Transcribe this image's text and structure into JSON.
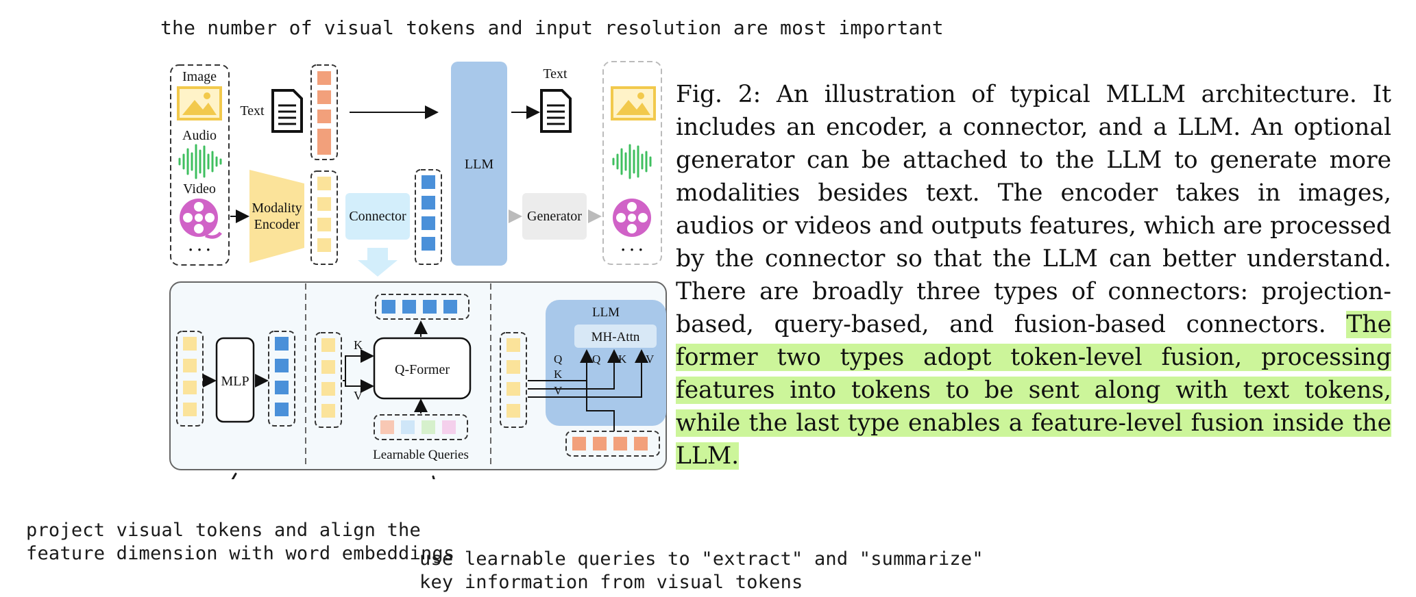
{
  "annotations": {
    "top": "the number of visual tokens and input resolution are most important",
    "left_line1": "project visual tokens and align the",
    "left_line2": "feature dimension with word embeddings",
    "mid_line1": "use learnable queries to \"extract\" and \"summarize\"",
    "mid_line2": "key information from visual tokens"
  },
  "figure": {
    "input_labels": {
      "image": "Image",
      "audio": "Audio",
      "video": "Video",
      "ellipsis": "· · ·"
    },
    "text_label_in": "Text",
    "text_label_out": "Text",
    "modality_encoder_line1": "Modality",
    "modality_encoder_line2": "Encoder",
    "connector": "Connector",
    "llm": "LLM",
    "generator": "Generator",
    "mlp": "MLP",
    "qformer": "Q-Former",
    "learnable_queries": "Learnable Queries",
    "k": "K",
    "v": "V",
    "q": "Q",
    "llm_small": "LLM",
    "mh_attn": "MH-Attn",
    "colors": {
      "image_yellow": "#f7d26b",
      "token_orange": "#f2a07b",
      "token_yellow": "#fbe39a",
      "token_blue": "#4a90d9",
      "llm_blue": "#a8c8ea",
      "connector_bg": "#d3eefb",
      "audio_green": "#3fbf5f",
      "video_pink": "#d062c7",
      "highlight": "#ccf59a"
    }
  },
  "caption": {
    "plain": "Fig. 2: An illustration of typical MLLM architecture. It includes an encoder, a connector, and a LLM. An optional generator can be attached to the LLM to generate more modalities besides text. The encoder takes in images, audios or videos and outputs features, which are processed by the connector so that the LLM can better understand. There are broadly three types of connectors: projection-based, query-based, and fusion-based connectors. ",
    "highlighted": "The former two types adopt token-level fusion, processing features into tokens to be sent along with text tokens, while the last type enables a feature-level fusion inside the LLM."
  }
}
